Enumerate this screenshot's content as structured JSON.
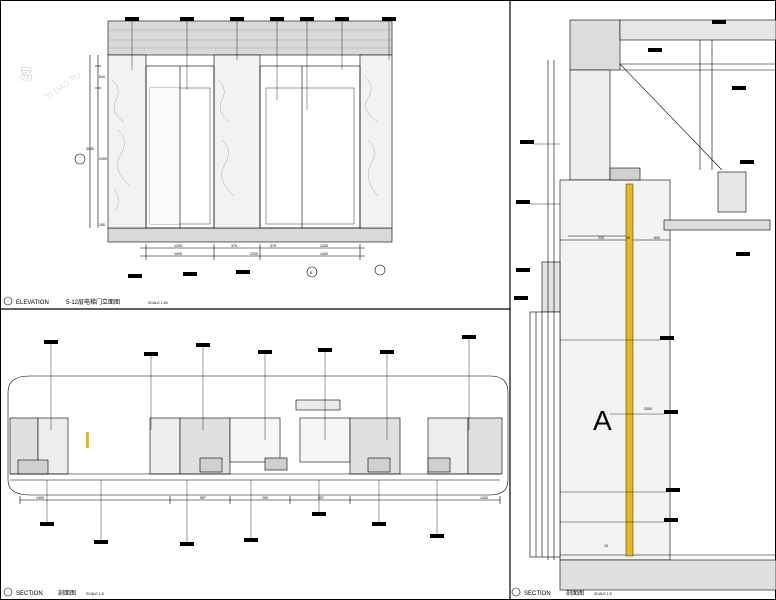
{
  "panels": {
    "elevation": {
      "title_en": "ELEVATION",
      "title_cn": "5-12层电梯门立面图",
      "scale": "SCALE 1:50",
      "dims_bottom": [
        "1200",
        "1400",
        "375",
        "1200",
        "375",
        "1400",
        "1200"
      ],
      "dims_side": [
        "540",
        "2400",
        "3040",
        "150"
      ],
      "room_badge": "B"
    },
    "section_plan": {
      "title_en": "SECTION",
      "title_cn": "剖面图",
      "scale": "SCALE 1:5",
      "dims_bottom": [
        "1400",
        "557",
        "250",
        "557",
        "1400"
      ]
    },
    "section_detail": {
      "title_en": "SECTION",
      "title_cn": "剖面图",
      "scale": "SCALE 1:5",
      "big_letter": "A",
      "dims": [
        "233",
        "45",
        "600",
        "2000",
        "15"
      ]
    }
  },
  "watermark": {
    "logo": "易",
    "text": "YI DAO TU"
  }
}
